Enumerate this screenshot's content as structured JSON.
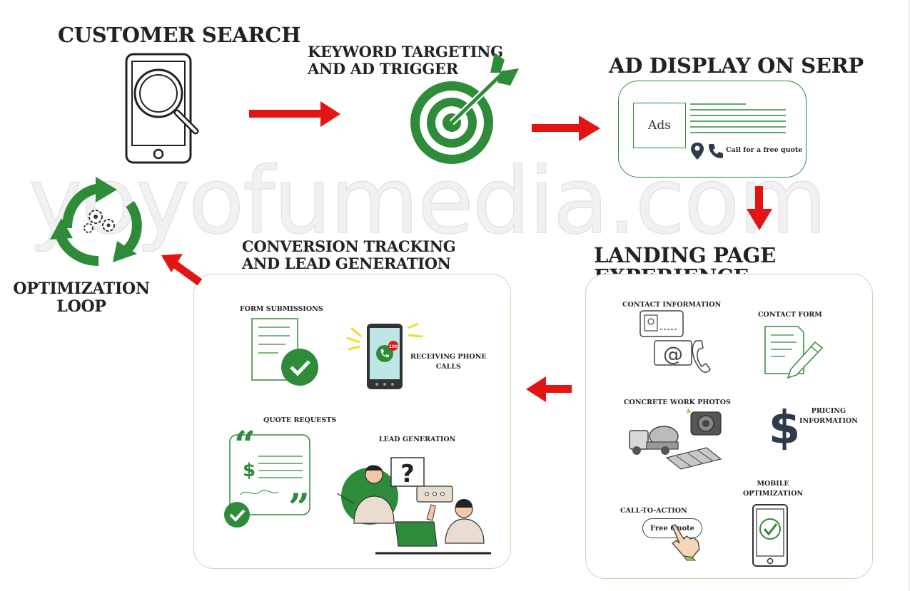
{
  "watermark": "yoyofumedia.com",
  "steps": {
    "customer_search": "CUSTOMER SEARCH",
    "keyword_line1": "KEYWORD TARGETING",
    "keyword_line2": "AND AD TRIGGER",
    "ad_display": "AD DISPLAY ON SERP",
    "landing_page": "LANDING PAGE EXPERIENCE",
    "conversion_line1": "CONVERSION TRACKING",
    "conversion_line2": "AND LEAD GENERATION",
    "optimization_line1": "OPTIMIZATION",
    "optimization_line2": "LOOP"
  },
  "ad_card": {
    "ads_label": "Ads",
    "cta": "Call for a free quote"
  },
  "landing": {
    "contact_information": "CONTACT INFORMATION",
    "contact_form": "CONTACT FORM",
    "work_photos": "CONCRETE WORK PHOTOS",
    "pricing_line1": "PRICING",
    "pricing_line2": "INFORMATION",
    "mobile_line1": "MOBILE",
    "mobile_line2": "OPTIMIZATION",
    "cta_label": "CALL-TO-ACTION",
    "cta_button": "Free Quote"
  },
  "conversion": {
    "form_submissions": "FORM SUBMISSIONS",
    "phone_line1": "RECEIVING PHONE",
    "phone_line2": "CALLS",
    "phone_badge": "100",
    "quote_requests": "QUOTE REQUESTS",
    "lead_generation": "LEAD GENERATION",
    "question_mark": "?"
  },
  "colors": {
    "green": "#2e8b3a",
    "light_green": "#b7dfae",
    "arrow_red": "#e31414",
    "ink": "#222222"
  }
}
